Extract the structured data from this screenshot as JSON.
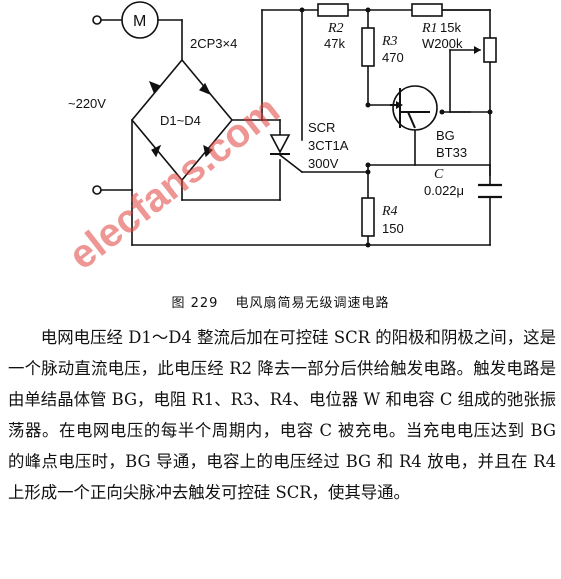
{
  "labels": {
    "motor": "M",
    "bridge": "2CP3×4",
    "source": "~220V",
    "diodes": "D1~D4",
    "r2_name": "R2",
    "r2_value": "47k",
    "r3_name": "R3",
    "r3_value": "470",
    "r1_name": "R1",
    "r1_value": "15k",
    "w_value": "W200k",
    "scr_name": "SCR",
    "scr_model": "3CT1A",
    "scr_voltage": "300V",
    "bg_name": "BG",
    "bg_model": "BT33",
    "c_name": "C",
    "c_value": "0.022μ",
    "r4_name": "R4",
    "r4_value": "150"
  },
  "watermark": "elecfans.com",
  "caption": {
    "figure_no": "图 229",
    "title": "电风扇简易无级调速电路"
  },
  "body": {
    "paragraph": "电网电压经 D1～D4 整流后加在可控硅 SCR 的阳极和阴极之间，这是一个脉动直流电压，此电压经 R2 降去一部分后供给触发电路。触发电路是由单结晶体管 BG，电阻 R1、R3、R4、电位器 W 和电容 C 组成的弛张振荡器。在电网电压的每半个周期内，电容 C 被充电。当充电电压达到 BG 的峰点电压时，BG 导通，电容上的电压经过 BG 和 R4 放电，并且在 R4 上形成一个正向尖脉冲去触发可控硅 SCR，使其导通。"
  }
}
